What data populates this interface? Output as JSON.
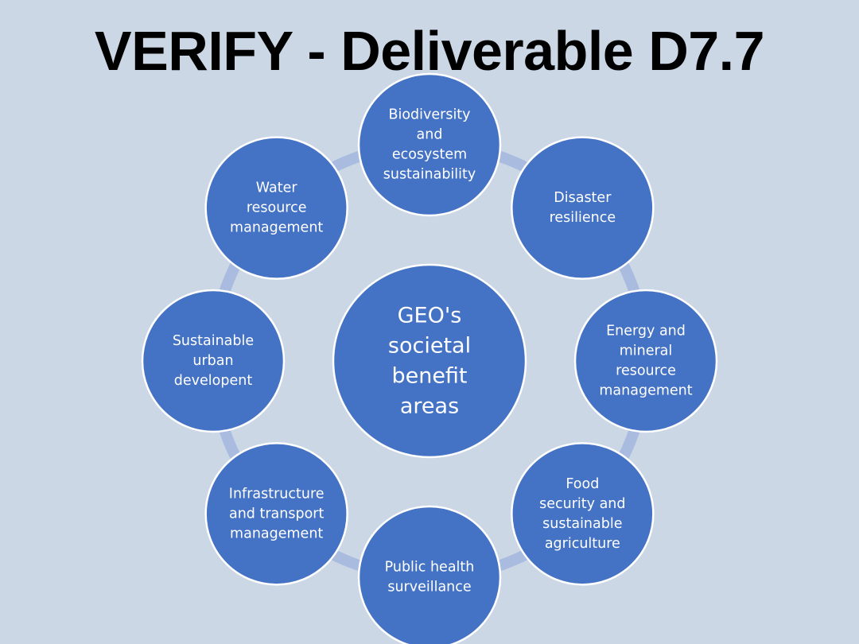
{
  "slide": {
    "title": "VERIFY - Deliverable D7.7"
  },
  "diagram": {
    "center": {
      "lines": [
        "GEO's",
        "societal",
        "benefit",
        "areas"
      ]
    },
    "areas": [
      {
        "id": "biodiversity",
        "lines": [
          "Biodiversity",
          "and",
          "ecosystem",
          "sustainability"
        ]
      },
      {
        "id": "disaster",
        "lines": [
          "Disaster",
          "resilience"
        ]
      },
      {
        "id": "energy",
        "lines": [
          "Energy and",
          "mineral",
          "resource",
          "management"
        ]
      },
      {
        "id": "food",
        "lines": [
          "Food",
          "security and",
          "sustainable",
          "agriculture"
        ]
      },
      {
        "id": "health",
        "lines": [
          "Public health",
          "surveillance"
        ]
      },
      {
        "id": "infrastructure",
        "lines": [
          "Infrastructure",
          "and transport",
          "management"
        ]
      },
      {
        "id": "urban",
        "lines": [
          "Sustainable",
          "urban",
          "developent"
        ]
      },
      {
        "id": "water",
        "lines": [
          "Water",
          "resource",
          "management"
        ]
      }
    ],
    "colors": {
      "node_fill": "#4472c4",
      "node_stroke": "#ffffff",
      "ring": "#a9bce0",
      "text": "#ffffff"
    }
  }
}
